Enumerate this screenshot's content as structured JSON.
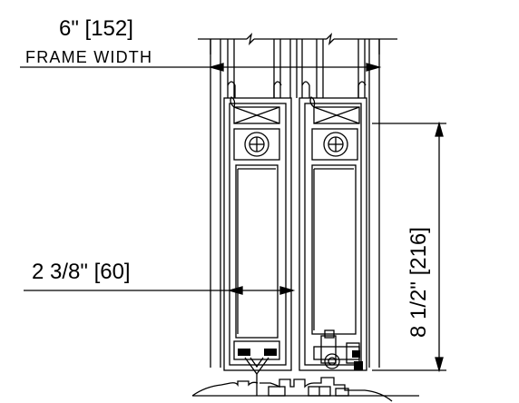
{
  "dimensions": {
    "frame_width": {
      "value": "6\" [152]",
      "label": "FRAME WIDTH"
    },
    "panel_width": {
      "value": "2 3/8\" [60]"
    },
    "frame_height": {
      "value": "8 1/2\" [216]"
    }
  },
  "colors": {
    "line": "#000000",
    "background": "#ffffff"
  }
}
